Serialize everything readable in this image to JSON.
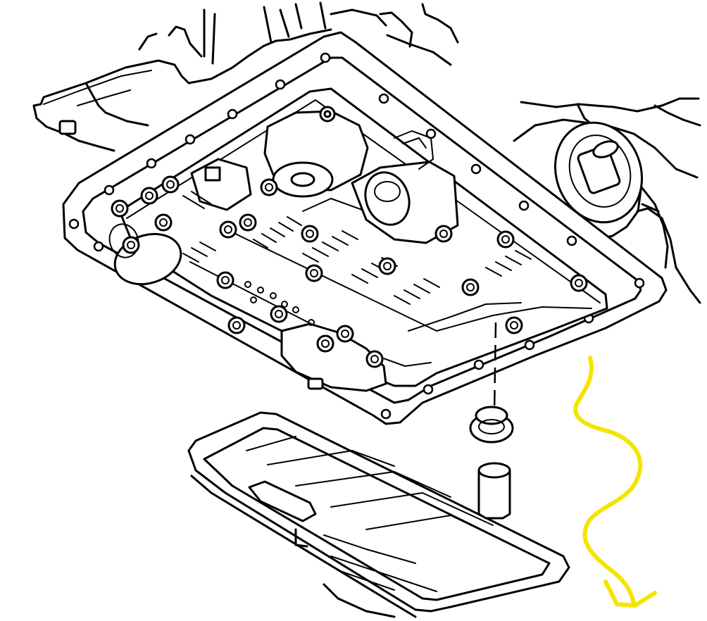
{
  "illustration": {
    "subject": "",
    "parts": {
      "transmission_case": "transmission-case-outline",
      "valve_body": "valve-body",
      "solenoids": "solenoid-assemblies",
      "oil_pan_gasket": "pan-gasket-flange",
      "filter": "transmission-filter",
      "filter_seal": "filter-seal-ring",
      "filter_neck": "filter-pickup-neck"
    }
  },
  "annotation": {
    "kind": "hand-drawn squiggle arrow",
    "color": "#F5E400"
  },
  "colors": {
    "line": "#000000",
    "background": "#FFFFFF",
    "annotation": "#F5E400"
  }
}
